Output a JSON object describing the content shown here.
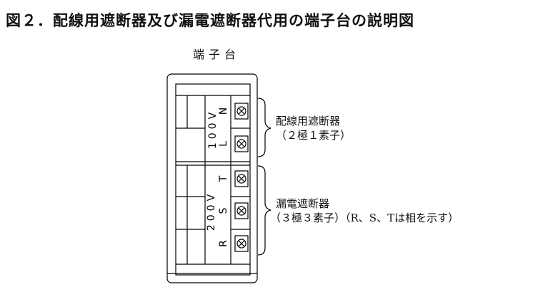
{
  "figure": {
    "title": "図２．配線用遮断器及び漏電遮断器代用の端子台の説明図",
    "block_title": "端子台"
  },
  "groups": [
    {
      "name": "配線用遮断器",
      "detail": "（２極１素子）",
      "voltage": "100V",
      "terminals": [
        "N",
        "L"
      ]
    },
    {
      "name": "漏電遮断器",
      "detail": "（３極３素子）（R、S、Tは相を示す）",
      "voltage": "200V",
      "terminals": [
        "T",
        "S",
        "R"
      ]
    }
  ]
}
